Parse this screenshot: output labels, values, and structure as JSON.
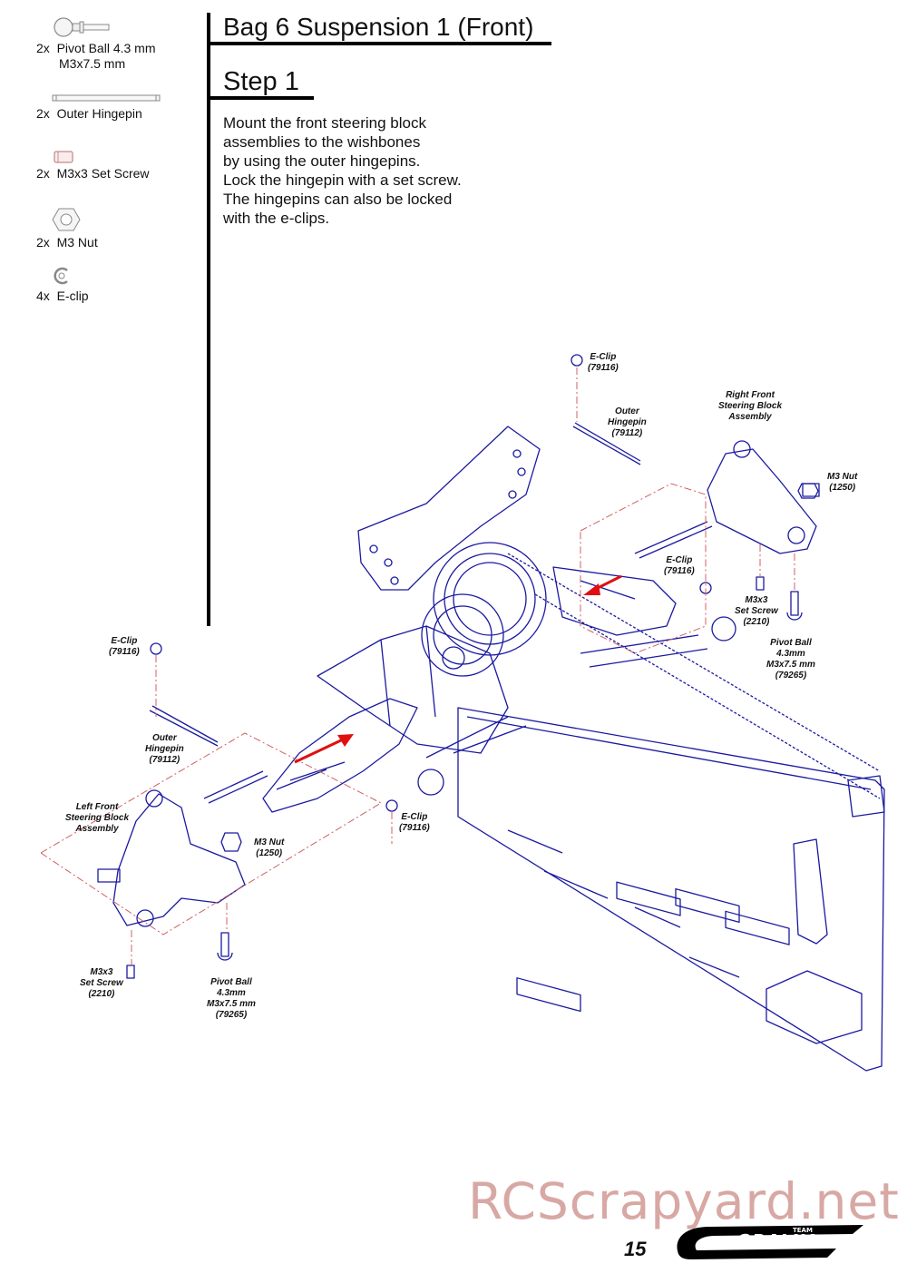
{
  "parts": [
    {
      "qty": "2x",
      "name": "Pivot Ball 4.3 mm",
      "sub": "M3x7.5 mm",
      "icon": "pivot-ball-icon"
    },
    {
      "qty": "2x",
      "name": "Outer Hingepin",
      "icon": "hingepin-icon"
    },
    {
      "qty": "2x",
      "name": "M3x3 Set Screw",
      "icon": "set-screw-icon"
    },
    {
      "qty": "2x",
      "name": "M3 Nut",
      "icon": "nut-icon"
    },
    {
      "qty": "4x",
      "name": "E-clip",
      "icon": "e-clip-icon"
    }
  ],
  "header": {
    "title": "Bag 6 Suspension 1 (Front)",
    "step": "Step 1"
  },
  "instructions": [
    "Mount the front steering block",
    "assemblies to the wishbones",
    "by using the outer hingepins.",
    "Lock the hingepin with a set screw.",
    "The hingepins can also be locked",
    "with the e-clips."
  ],
  "callouts": {
    "eclip_top": [
      "E-Clip",
      "(79116)"
    ],
    "outer_hingepin_top": [
      "Outer",
      "Hingepin",
      "(79112)"
    ],
    "right_block": [
      "Right Front",
      "Steering Block",
      "Assembly"
    ],
    "m3nut_right": [
      "M3 Nut",
      "(1250)"
    ],
    "eclip_right": [
      "E-Clip",
      "(79116)"
    ],
    "setscrew_right": [
      "M3x3",
      "Set Screw",
      "(2210)"
    ],
    "pivot_right": [
      "Pivot Ball",
      "4.3mm",
      "M3x7.5 mm",
      "(79265)"
    ],
    "eclip_left": [
      "E-Clip",
      "(79116)"
    ],
    "outer_hingepin_left": [
      "Outer",
      "Hingepin",
      "(79112)"
    ],
    "left_block": [
      "Left Front",
      "Steering Block",
      "Assembly"
    ],
    "eclip_center": [
      "E-Clip",
      "(79116)"
    ],
    "m3nut_left": [
      "M3 Nut",
      "(1250)"
    ],
    "setscrew_left": [
      "M3x3",
      "Set Screw",
      "(2210)"
    ],
    "pivot_left": [
      "Pivot Ball",
      "4.3mm",
      "M3x7.5 mm",
      "(79265)"
    ]
  },
  "footer": {
    "watermark": "RCScrapyard.net",
    "page": "15",
    "logo_text": "TEAM CORALLY"
  },
  "colors": {
    "line": "#1a1aa0",
    "arrow": "#e01010",
    "dash": "#d06060",
    "watermark": "#d8a8a4"
  }
}
